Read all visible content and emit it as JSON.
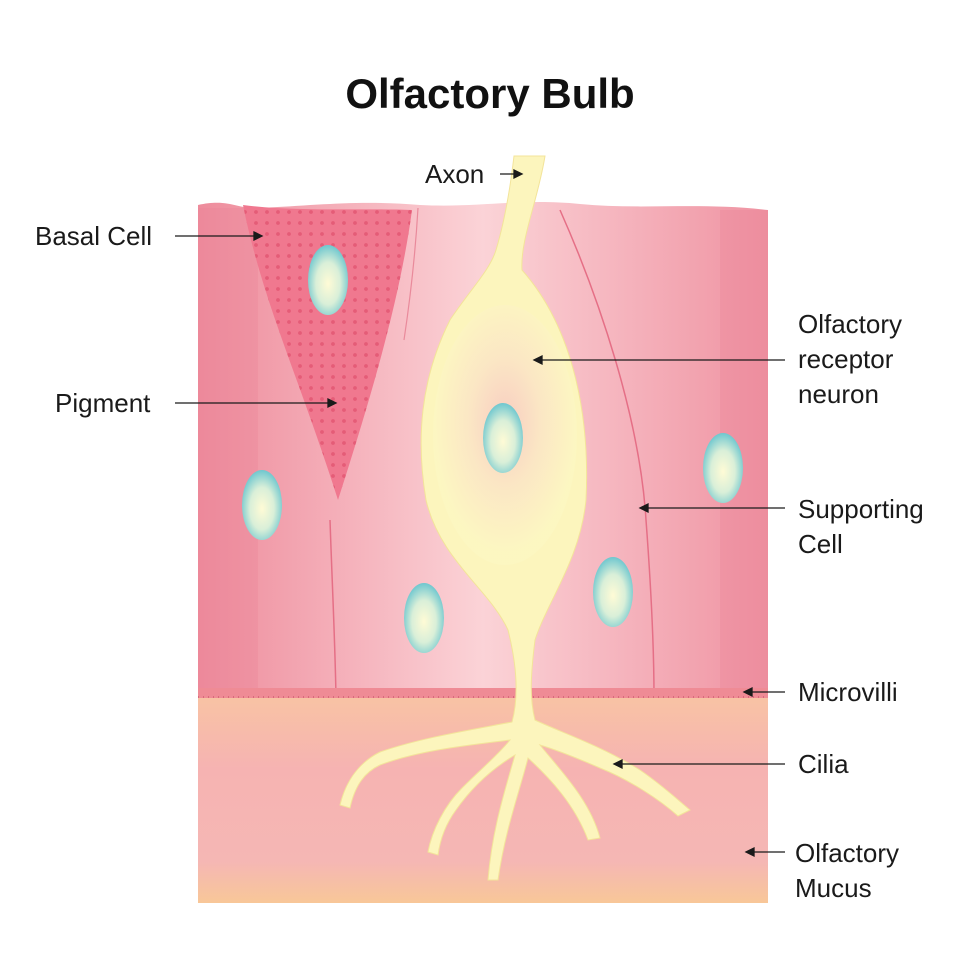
{
  "title": "Olfactory Bulb",
  "labels": {
    "axon": "Axon",
    "basal_cell": "Basal Cell",
    "pigment": "Pigment",
    "receptor_neuron": [
      "Olfactory",
      "receptor",
      "neuron"
    ],
    "supporting_cell": [
      "Supporting",
      "Cell"
    ],
    "microvilli": "Microvilli",
    "cilia": "Cilia",
    "mucus": [
      "Olfactory",
      "Mucus"
    ]
  },
  "colors": {
    "tissue": "#f3a6b0",
    "basal_cell": "#ef6d86",
    "neuron": "#fbf6c0",
    "mucus_top": "#f8c2a3",
    "mucus_bottom": "#f7c19b",
    "nucleus": "#7ccfd2"
  }
}
